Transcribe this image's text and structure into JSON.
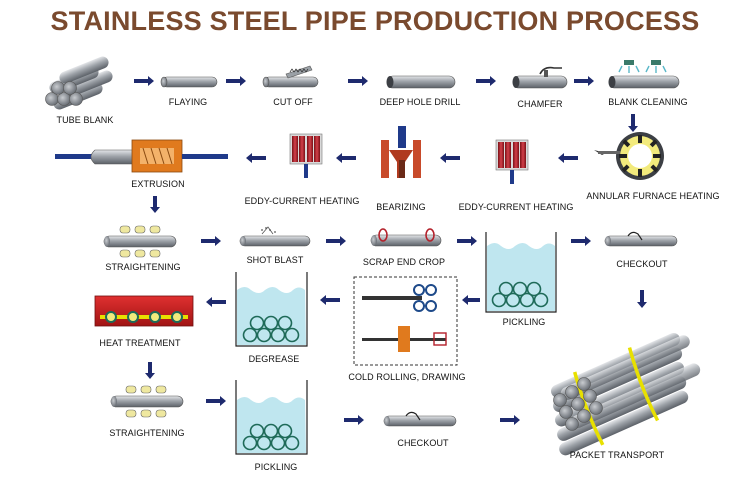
{
  "title": "STAINLESS STEEL PIPE PRODUCTION PROCESS",
  "steps": {
    "tube_blank": "TUBE BLANK",
    "flaying": "FLAYING",
    "cut_off": "CUT OFF",
    "deep_hole_drill": "DEEP HOLE DRILL",
    "chamfer": "CHAMFER",
    "blank_cleaning": "BLANK CLEANING",
    "annular_furnace_heating": "ANNULAR FURNACE HEATING",
    "eddy_current_heating_1": "EDDY-CURRENT HEATING",
    "bearizing": "BEARIZING",
    "eddy_current_heating_2": "EDDY-CURRENT HEATING",
    "extrusion": "EXTRUSION",
    "straightening_1": "STRAIGHTENING",
    "shot_blast": "SHOT BLAST",
    "scrap_end_crop": "SCRAP END CROP",
    "pickling_1": "PICKLING",
    "checkout_1": "CHECKOUT",
    "heat_treatment": "HEAT TREATMENT",
    "degrease": "DEGREASE",
    "cold_rolling_drawing": "COLD ROLLING, DRAWING",
    "straightening_2": "STRAIGHTENING",
    "pickling_2": "PICKLING",
    "checkout_2": "CHECKOUT",
    "packet_transport": "PACKET TRANSPORT"
  },
  "colors": {
    "title": "#7a4a2e",
    "arrow": "#1e2a6e",
    "pipe": "#8a8f96",
    "bath": "#bfe6ef",
    "furnace_orange": "#e07a1e",
    "coil_red": "#b3202a",
    "heat_red": "#c81e1e",
    "strap_yellow": "#e8e000"
  }
}
